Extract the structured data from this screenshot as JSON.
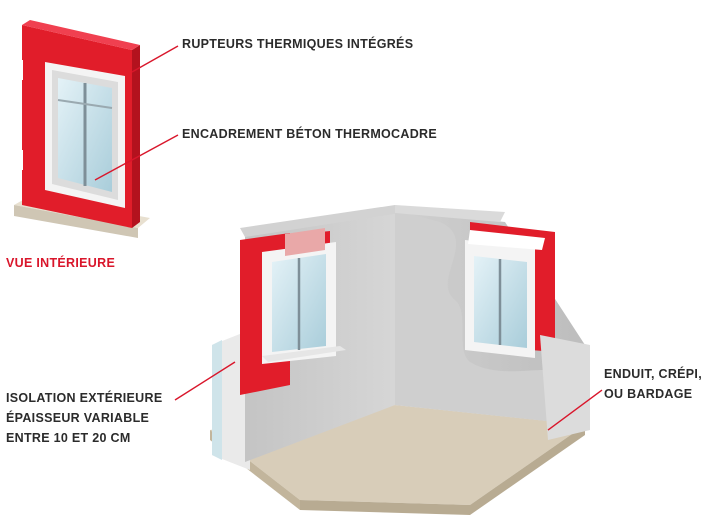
{
  "labels": {
    "rupteurs": "RUPTEURS THERMIQUES INTÉGRÉS",
    "encadrement": "ENCADREMENT BÉTON THERMOCADRE",
    "vue_interieure": "VUE INTÉRIEURE",
    "isolation": [
      "ISOLATION EXTÉRIEURE",
      "ÉPAISSEUR VARIABLE",
      "ENTRE 10 ET 20 CM"
    ],
    "enduit": [
      "ENDUIT, CRÉPI,",
      "OU BARDAGE"
    ]
  },
  "colors": {
    "accent_red": "#e11d2a",
    "label_red": "#d9162b",
    "text_dark": "#2b2b2b",
    "wall_grey": "#c9c9c9",
    "floor_beige": "#d8cdb9",
    "window_glass": "#cfe6ef"
  }
}
